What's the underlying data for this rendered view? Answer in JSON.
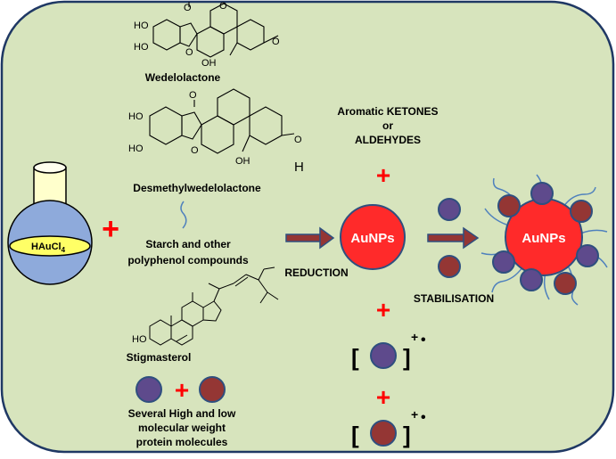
{
  "colors": {
    "panel_bg": "#d7e4bd",
    "panel_border": "#1f3864",
    "nanoparticle": "#ff2a2a",
    "dot_purple": "#5e4a8c",
    "dot_red": "#943634",
    "arrow": "#943634",
    "plus": "#ff0000",
    "flask_body": "#8eaadb",
    "flask_liquid": "#ffff66",
    "ligand": "#4f81bd"
  },
  "compounds": {
    "wedelolactone": "Wedelolactone",
    "desmethylwedelolactone": "Desmethylwedelolactone",
    "starch": [
      "Starch and other",
      "polyphenol compounds"
    ],
    "stigmasterol": "Stigmasterol",
    "proteins": [
      "Several High and low",
      "molecular weight",
      "protein molecules"
    ]
  },
  "flask": {
    "label_main": "HAuCl",
    "label_sub": "4"
  },
  "atoms": {
    "HO": "HO",
    "OH": "OH",
    "O": "O",
    "H": "H"
  },
  "process": {
    "reduction": "REDUCTION",
    "stabilisation": "STABILISATION",
    "nanoparticle": "AuNPs",
    "aromatic": [
      "Aromatic KETONES",
      "or",
      "ALDEHYDES"
    ]
  },
  "radicals": {
    "bracket_open": "[",
    "bracket_close": "]",
    "charge": "+",
    "dot": "•"
  },
  "symbols": {
    "plus": "+"
  }
}
